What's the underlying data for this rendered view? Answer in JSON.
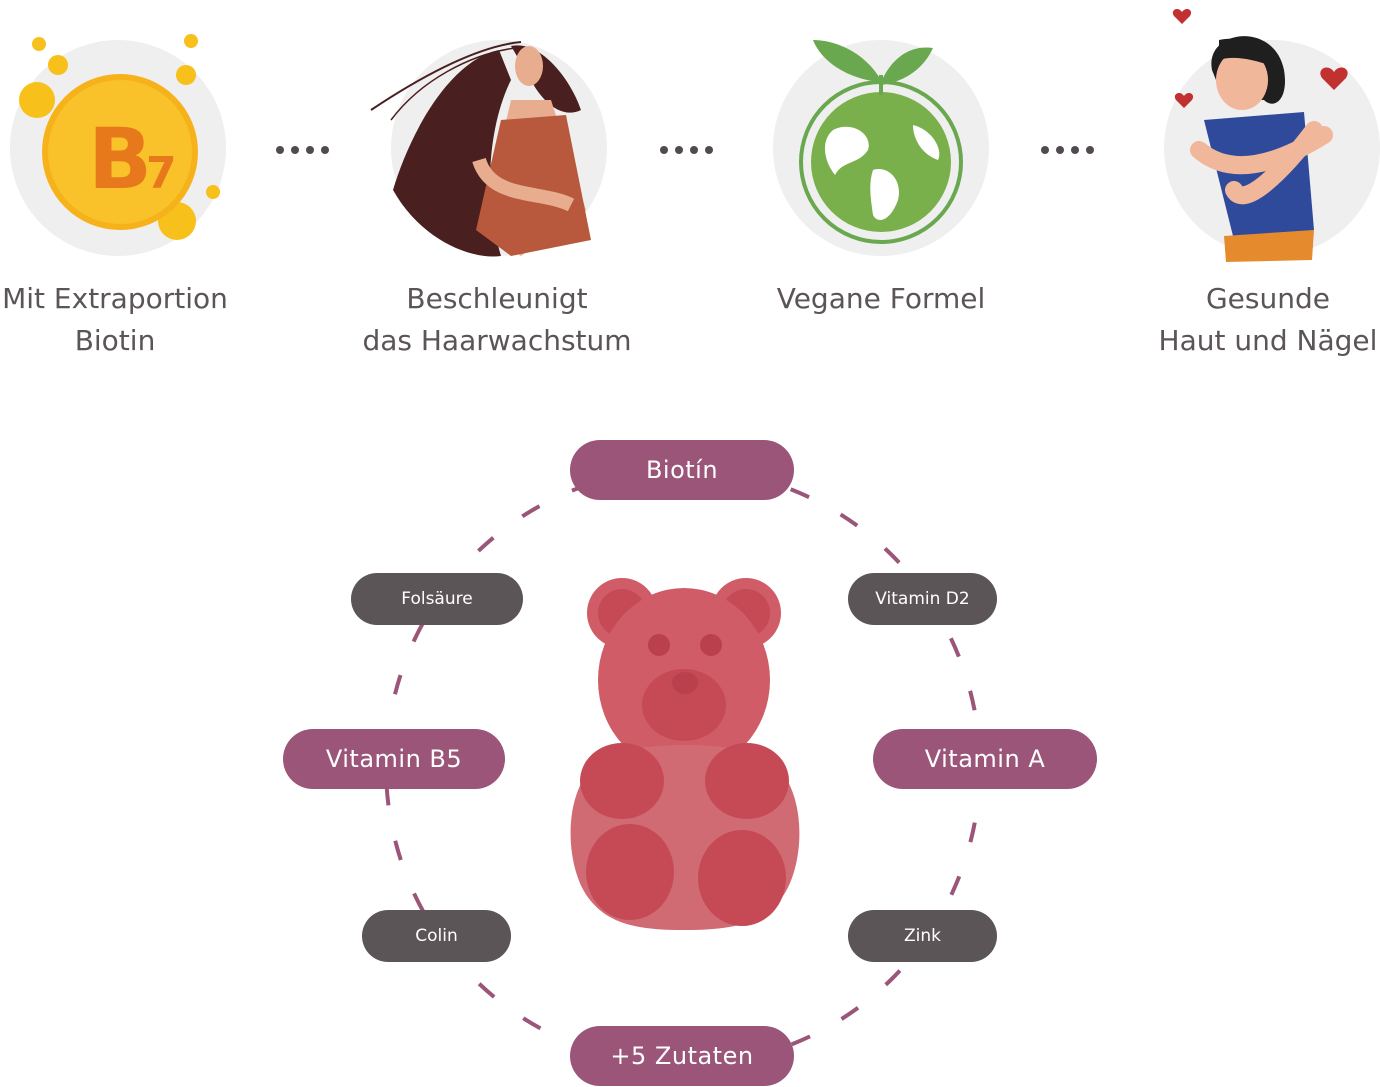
{
  "benefits": [
    {
      "lines": [
        "Mit Extraportion",
        "Biotin"
      ],
      "icon": "vitamin-b7-icon"
    },
    {
      "lines": [
        "Beschleunigt",
        "das Haarwachstum"
      ],
      "icon": "woman-long-hair-illustration"
    },
    {
      "lines": [
        "Vegane Formel"
      ],
      "icon": "green-earth-sprout-icon"
    },
    {
      "lines": [
        "Gesunde",
        "Haut und Nägel"
      ],
      "icon": "woman-hugging-hearts-illustration"
    }
  ],
  "b7_badge": {
    "letter": "B",
    "subscript": "7"
  },
  "ingredients": {
    "top": "Biotín",
    "left_upper": "Folsäure",
    "right_upper": "Vitamin D2",
    "left_middle": "Vitamin B5",
    "right_middle": "Vitamin A",
    "left_lower": "Colin",
    "right_lower": "Zink",
    "bottom": "+5 Zutaten"
  },
  "center_icon": "gummy-bear-icon",
  "colors": {
    "pill_main": "#9a5579",
    "pill_secondary": "#5c5558",
    "dashed_ring": "#9a5579",
    "caption_text": "#5b5458",
    "gummy_bear": "#d0636c"
  }
}
